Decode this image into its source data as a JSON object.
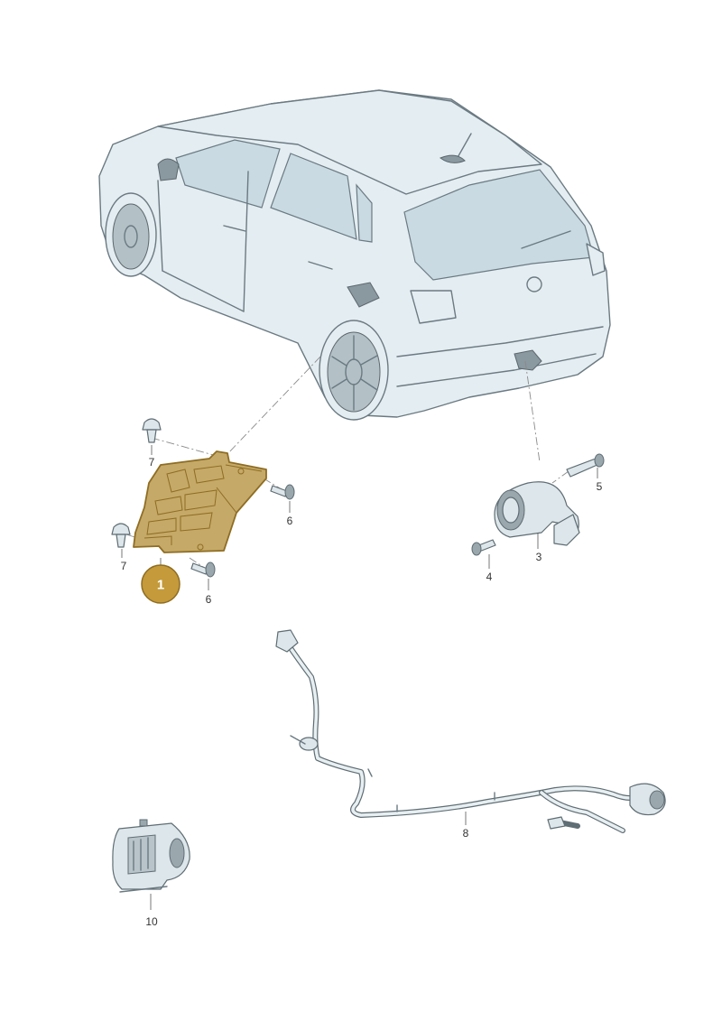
{
  "colors": {
    "highlight_fill": "#c5a968",
    "highlight_stroke": "#8f6d22",
    "badge": "#c49a3a",
    "line": "#6b7a82"
  },
  "badge": {
    "label": "1"
  },
  "labels": {
    "p3": "3",
    "p4": "4",
    "p5": "5",
    "p6a": "6",
    "p6b": "6",
    "p7a": "7",
    "p7b": "7",
    "p8": "8",
    "p10": "10"
  }
}
